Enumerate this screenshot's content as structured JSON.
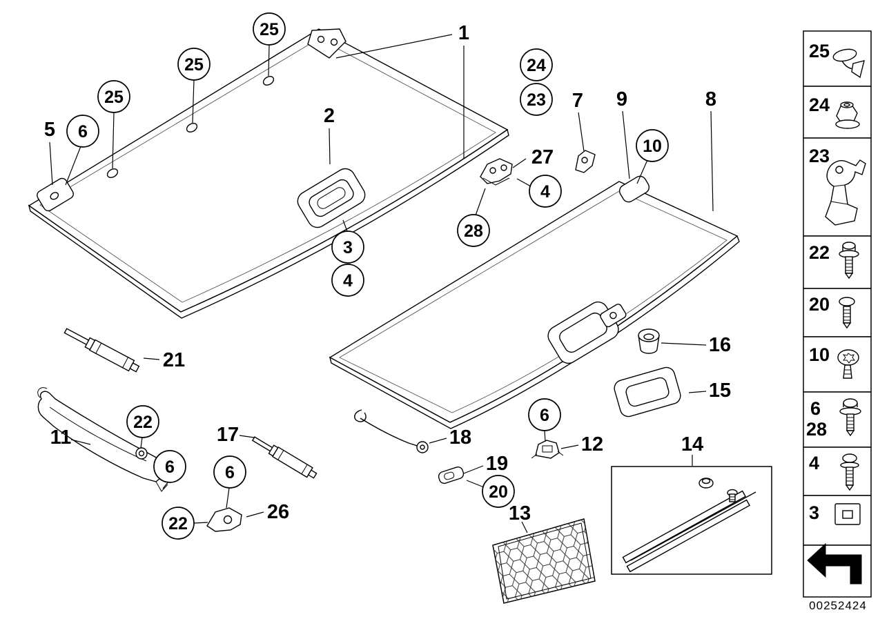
{
  "page": {
    "background": "#ffffff",
    "stroke": "#000000",
    "image_code": "00252424"
  },
  "callouts": {
    "plain": [
      {
        "label": "1"
      },
      {
        "label": "2"
      },
      {
        "label": "5"
      },
      {
        "label": "7"
      },
      {
        "label": "9"
      },
      {
        "label": "8"
      },
      {
        "label": "27"
      },
      {
        "label": "21"
      },
      {
        "label": "11"
      },
      {
        "label": "17"
      },
      {
        "label": "18"
      },
      {
        "label": "19"
      },
      {
        "label": "12"
      },
      {
        "label": "13"
      },
      {
        "label": "14"
      },
      {
        "label": "15"
      },
      {
        "label": "16"
      },
      {
        "label": "26"
      }
    ],
    "circled": [
      {
        "label": "25"
      },
      {
        "label": "25"
      },
      {
        "label": "25"
      },
      {
        "label": "6"
      },
      {
        "label": "24"
      },
      {
        "label": "23"
      },
      {
        "label": "10"
      },
      {
        "label": "4"
      },
      {
        "label": "28"
      },
      {
        "label": "3"
      },
      {
        "label": "4"
      },
      {
        "label": "22"
      },
      {
        "label": "6"
      },
      {
        "label": "6"
      },
      {
        "label": "22"
      },
      {
        "label": "20"
      },
      {
        "label": "6"
      }
    ]
  },
  "legend": {
    "items": [
      {
        "labels": [
          "25"
        ],
        "icon": "trim-clip-icon"
      },
      {
        "labels": [
          "24"
        ],
        "icon": "flange-nut-icon"
      },
      {
        "labels": [
          "23"
        ],
        "icon": "support-bracket-icon"
      },
      {
        "labels": [
          "22"
        ],
        "icon": "shoulder-screw-icon"
      },
      {
        "labels": [
          "20"
        ],
        "icon": "pan-head-screw-icon"
      },
      {
        "labels": [
          "10"
        ],
        "icon": "torx-screw-icon"
      },
      {
        "labels": [
          "6",
          "28"
        ],
        "icon": "washer-screw-icon"
      },
      {
        "labels": [
          "4"
        ],
        "icon": "hex-bolt-icon"
      },
      {
        "labels": [
          "3"
        ],
        "icon": "square-washer-icon"
      },
      {
        "labels": [],
        "icon": "direction-arrow-icon"
      }
    ]
  }
}
